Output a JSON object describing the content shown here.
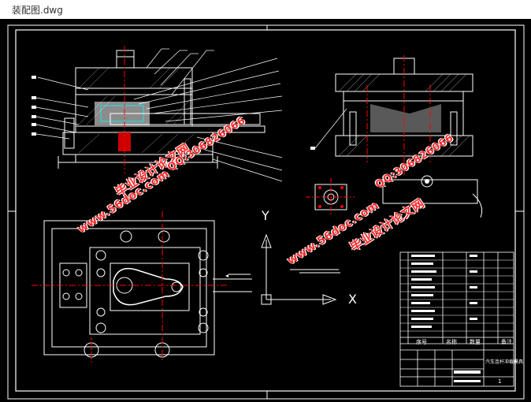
{
  "window": {
    "title": "装配图.dwg"
  },
  "drawing": {
    "axis_y": "Y",
    "axis_x": "X",
    "title_block": {
      "drawing_name": "汽车连杆冲裁模具",
      "sheet_number": "1",
      "row_labels": [
        "序号",
        "名称",
        "数量",
        "备注"
      ]
    },
    "watermarks": [
      {
        "text": "毕业设计论文网",
        "site": "www.56doc.com",
        "qq": "QQ:306826066"
      },
      {
        "text": "毕业设计论文网",
        "site": "www.56doc.com",
        "qq": "QQ:306826066"
      }
    ],
    "colors": {
      "background": "#000000",
      "line": "#ffffff",
      "center": "#ff0000",
      "hatch": "#ffffff",
      "watermark": "#ff2a2a"
    }
  }
}
